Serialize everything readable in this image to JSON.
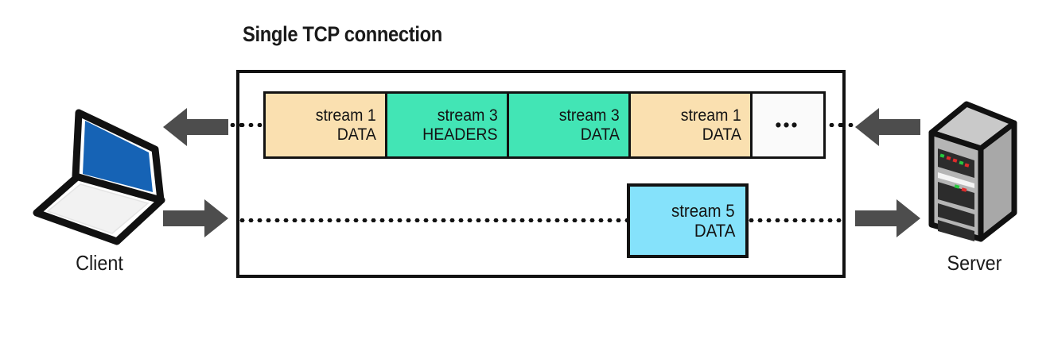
{
  "diagram": {
    "title": "Single TCP connection",
    "type": "http2-multiplexing-diagram",
    "endpoints": {
      "client": {
        "label": "Client",
        "icon": "laptop-icon"
      },
      "server": {
        "label": "Server",
        "icon": "server-tower-icon"
      }
    },
    "frames_top_row": [
      {
        "stream": "stream 1",
        "frame_type": "DATA",
        "color": "#fae0b0",
        "width": 153
      },
      {
        "stream": "stream 3",
        "frame_type": "HEADERS",
        "color": "#42e5b5",
        "width": 153
      },
      {
        "stream": "stream 3",
        "frame_type": "DATA",
        "color": "#42e5b5",
        "width": 153
      },
      {
        "stream": "stream 1",
        "frame_type": "DATA",
        "color": "#fae0b0",
        "width": 153
      },
      {
        "stream": "",
        "frame_type": "•••",
        "color": "#fafafa",
        "width": 92
      }
    ],
    "frames_bottom_row": [
      {
        "stream": "stream 5",
        "frame_type": "DATA",
        "color": "#85e2fb"
      }
    ],
    "arrows": {
      "top_left": {
        "direction": "left",
        "color": "#4d4d4d"
      },
      "top_right": {
        "direction": "left",
        "color": "#4d4d4d"
      },
      "bottom_left": {
        "direction": "right",
        "color": "#4d4d4d"
      },
      "bottom_right": {
        "direction": "right",
        "color": "#4d4d4d"
      }
    },
    "colors": {
      "peach": "#fae0b0",
      "teal": "#42e5b5",
      "blue": "#85e2fb",
      "blank": "#fafafa",
      "outline": "#121212",
      "arrow_gray": "#4d4d4d",
      "laptop_screen": "#1663b5",
      "server_body": "#a8a8a8",
      "background": "#ffffff"
    }
  }
}
